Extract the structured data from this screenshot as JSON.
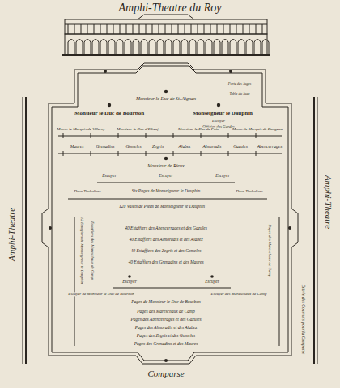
{
  "diagram": {
    "title": "Amphi-Theatre du Roy",
    "labels": [
      "Monsieur le Duc de St. Aignan",
      "Porte des Juges",
      "Table du Juge",
      "Monsieur le Duc de Bourbon",
      "Monseigneur le Dauphin",
      "Escuyer",
      "Officier des Gardes",
      "Monsr. le Marquis de Villeroy",
      "Monsieur le Duc d'Elbeuf",
      "Monsieur le Duc de Foix",
      "Monsr. le Marquis de Dangeau",
      "Maures",
      "Grenadins",
      "Gomeles",
      "Zegris",
      "Alabez",
      "Almoradis",
      "Gazules",
      "Abencerrages",
      "Monsieur de Rieux",
      "Escuyer",
      "Escuyer",
      "Escuyer",
      "Six Pages de Monseigneur le Dauphin",
      "Deux Timbaliers",
      "Deux Timbaliers",
      "120 Valets de Pieds de Monseigneur le Dauphin",
      "40 Estaffiers des Abencerrages et des Gazules",
      "40 Estaffiers des Almoradis et des Alabez",
      "40 Estaffiers des Zegris et des Gomeles",
      "40 Estaffiers des Grenadins et des Maures",
      "12 Estaffiers de Monseigneur le Dauphin",
      "Estaffiers des Mareschaux de Camp",
      "Pages des Mareschaux de Camp",
      "Escuyer",
      "Escuyer",
      "Escuyer de Monsieur le Duc de Bourbon",
      "Pages de Monsieur le Duc de Bourbon",
      "Escuyer des Mareschaux de Camp",
      "Pages des Mareschaux de Camp",
      "Pages des Abencerrages et des Gazules",
      "Pages des Almoradis et des Alabez",
      "Pages des Zegris et des Gomeles",
      "Pages des Grenadins et des Maures",
      "Entrée des Coureurs pour la Comparse",
      "Amphi-Theatre",
      "Amphi-Theatre",
      "Comparse"
    ]
  }
}
